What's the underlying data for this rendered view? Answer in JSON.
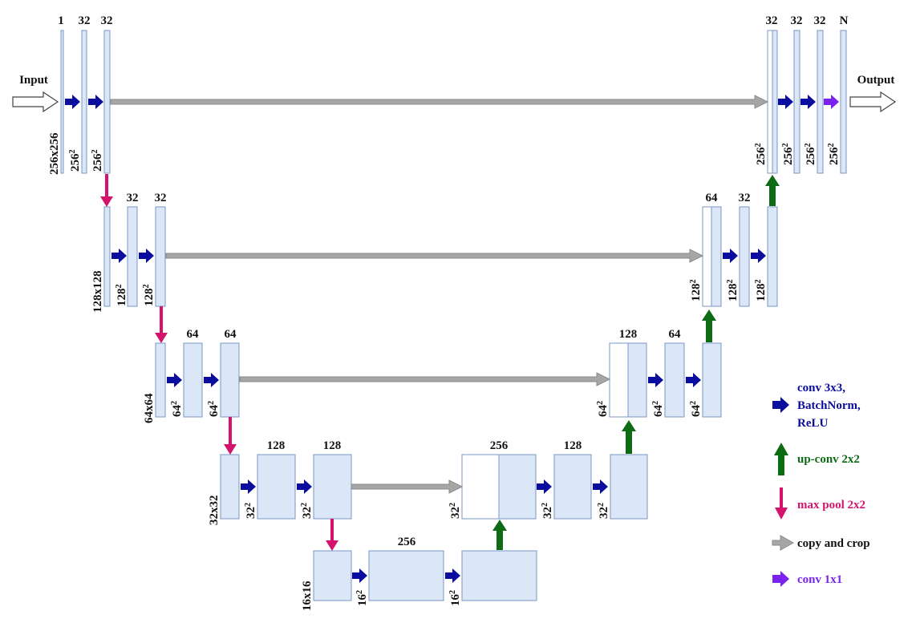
{
  "io": {
    "input_label": "Input",
    "output_label": "Output"
  },
  "colors": {
    "block_fill": "#dbe6f7",
    "block_stroke": "#7a97c4",
    "conv": "#0b0d9e",
    "upconv": "#0d6b14",
    "maxpool": "#d4136c",
    "copy": "#a6a6a6",
    "copy_stroke": "#8a8a8a",
    "conv1x1": "#7a22f0",
    "io_stroke": "#444444"
  },
  "levels": [
    {
      "id": "l1",
      "res_label": "256x256",
      "blocks": [
        {
          "top": "1",
          "side": "256x256"
        },
        {
          "top": "32",
          "side": "256^2"
        },
        {
          "top": "32",
          "side": "256^2"
        }
      ],
      "decoder_blocks": [
        {
          "top": "32",
          "side": "256^2"
        },
        {
          "top": "32",
          "side": "256^2"
        },
        {
          "top": "32",
          "side": "256^2"
        },
        {
          "top": "N",
          "side": "256^2"
        }
      ]
    },
    {
      "id": "l2",
      "blocks": [
        {
          "top": "",
          "side": "128x128"
        },
        {
          "top": "32",
          "side": "128^2"
        },
        {
          "top": "32",
          "side": "128^2"
        }
      ],
      "decoder_blocks": [
        {
          "top": "64",
          "side": "128^2"
        },
        {
          "top": "32",
          "side": "128^2"
        },
        {
          "top": "",
          "side": "128^2"
        }
      ]
    },
    {
      "id": "l3",
      "blocks": [
        {
          "top": "",
          "side": "64x64"
        },
        {
          "top": "64",
          "side": "64^2"
        },
        {
          "top": "64",
          "side": "64^2"
        }
      ],
      "decoder_blocks": [
        {
          "top": "128",
          "side": "64^2"
        },
        {
          "top": "64",
          "side": "64^2"
        },
        {
          "top": "",
          "side": "64^2"
        }
      ]
    },
    {
      "id": "l4",
      "blocks": [
        {
          "top": "",
          "side": "32x32"
        },
        {
          "top": "128",
          "side": "32^2"
        },
        {
          "top": "128",
          "side": "32^2"
        }
      ],
      "decoder_blocks": [
        {
          "top": "256",
          "side": "32^2"
        },
        {
          "top": "128",
          "side": "32^2"
        },
        {
          "top": "",
          "side": "32^2"
        }
      ]
    },
    {
      "id": "l5",
      "blocks": [
        {
          "top": "",
          "side": "16x16"
        },
        {
          "top": "256",
          "side": "16^2"
        },
        {
          "top": "",
          "side": "16^2"
        }
      ]
    }
  ],
  "legend": [
    {
      "id": "conv",
      "lines": [
        "conv 3x3,",
        "BatchNorm,",
        "ReLU"
      ],
      "color": "#0b0d9e"
    },
    {
      "id": "upconv",
      "lines": [
        "up-conv 2x2"
      ],
      "color": "#0d6b14"
    },
    {
      "id": "maxpool",
      "lines": [
        "max pool 2x2"
      ],
      "color": "#d4136c"
    },
    {
      "id": "copy",
      "lines": [
        "copy and crop"
      ],
      "color": "#111111"
    },
    {
      "id": "conv1x1",
      "lines": [
        "conv 1x1"
      ],
      "color": "#7a22f0"
    }
  ]
}
